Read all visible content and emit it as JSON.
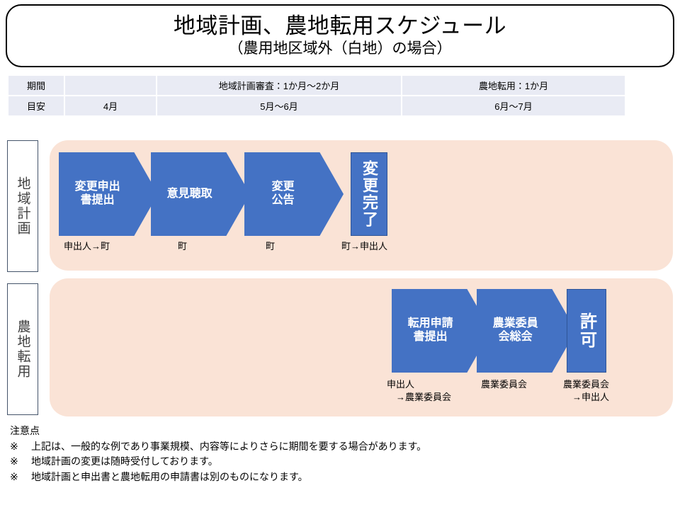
{
  "title": {
    "main": "地域計画、農地転用スケジュール",
    "sub": "（農用地区域外（白地）の場合）"
  },
  "schedule_table": {
    "rows": [
      {
        "label": "期間",
        "month": "",
        "middle": "地域計画審査：1か月〜2か月",
        "right": "農地転用：1か月"
      },
      {
        "label": "目安",
        "month": "4月",
        "middle": "5月〜6月",
        "right": "6月〜7月"
      }
    ]
  },
  "flows": [
    {
      "side_label": "地域計画",
      "steps": [
        {
          "shape": "chevron",
          "text": "変更申出\n書提出",
          "caption": "申出人→町"
        },
        {
          "shape": "chevron",
          "text": "意見聴取",
          "caption": "町"
        },
        {
          "shape": "chevron",
          "text": "変更\n公告",
          "caption": "町"
        },
        {
          "shape": "box",
          "text": "変更完了",
          "caption": "町→申出人"
        }
      ]
    },
    {
      "side_label": "農地転用",
      "steps": [
        {
          "shape": "chevron",
          "text": "転用申請\n書提出",
          "caption": "申出人\n　→農業委員会"
        },
        {
          "shape": "chevron",
          "text": "農業委員\n会総会",
          "caption": "農業委員会"
        },
        {
          "shape": "box",
          "text": "許可",
          "caption": "農業委員会\n　→申出人"
        }
      ]
    }
  ],
  "notes": {
    "heading": "注意点",
    "mark": "※",
    "items": [
      "上記は、一般的な例であり事業規模、内容等によりさらに期間を要する場合があります。",
      "地域計画の変更は随時受付しております。",
      "地域計画と申出書と農地転用の申請書は別のものになります。"
    ]
  },
  "colors": {
    "step_blue": "#4472c4",
    "step_blue_border": "#2f5597",
    "panel_peach": "#fae3d6",
    "table_lavender": "#e9ebf4",
    "side_label_border": "#44546a"
  }
}
